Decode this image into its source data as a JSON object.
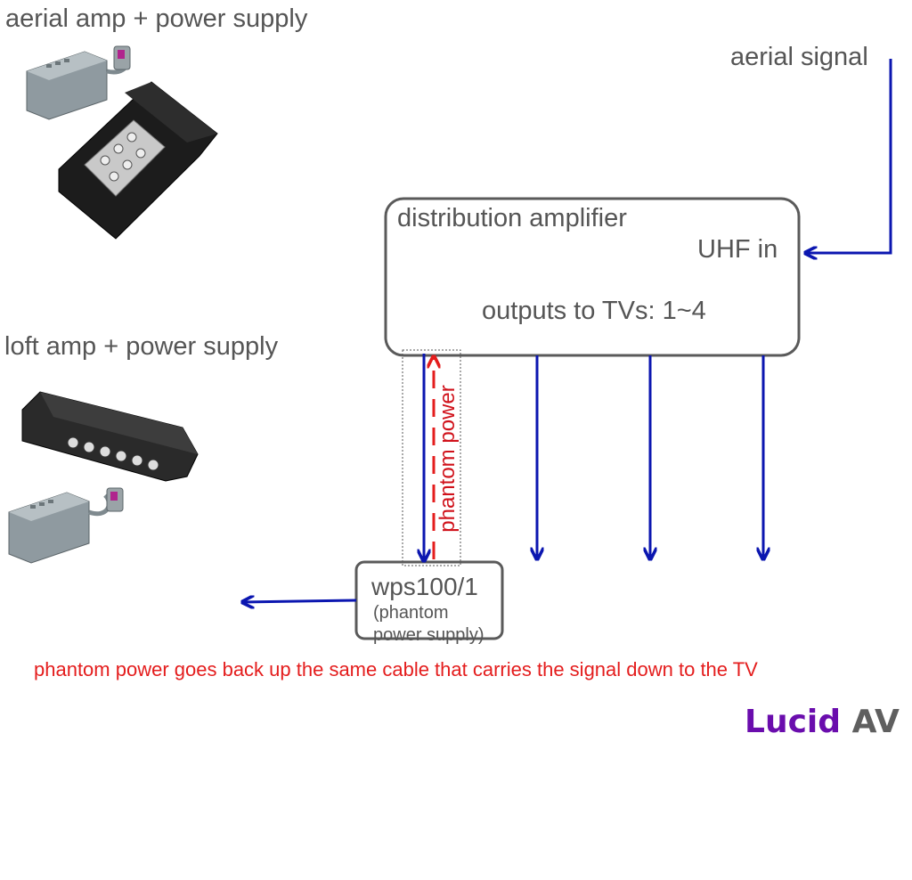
{
  "labels": {
    "aerial_amp": "aerial amp + power supply",
    "loft_amp": "loft amp + power supply",
    "aerial_signal": "aerial signal",
    "distribution_amplifier": "distribution amplifier",
    "uhf_in": "UHF in",
    "outputs": "outputs to TVs: 1~4",
    "wps_title": "wps100/1",
    "wps_sub_1": "(phantom",
    "wps_sub_2": "power supply)",
    "phantom_power": "phantom power",
    "footnote": "phantom power goes back up the same cable that carries the signal down to the TV"
  },
  "logo": {
    "word1": "Lucid",
    "word2": "AV"
  },
  "colors": {
    "signal": "#0b16b0",
    "phantom": "#e41d1d",
    "box_border": "#5a5a5a",
    "text": "#555555",
    "logo_purple": "#6a0dad",
    "logo_gray": "#5f5f5f"
  },
  "icons": [
    "aerial-amp-device",
    "psu-plug-device",
    "loft-amp-device"
  ]
}
